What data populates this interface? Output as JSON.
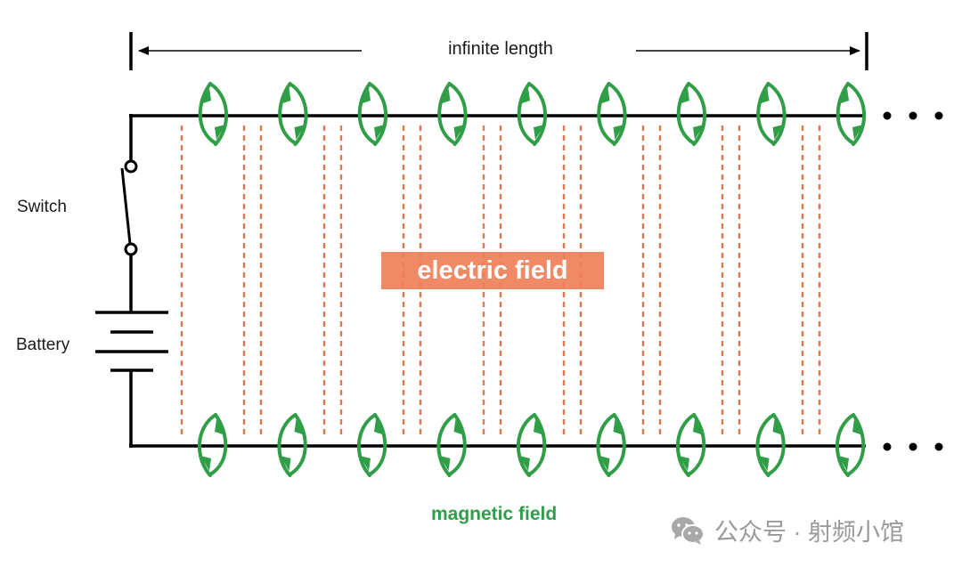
{
  "diagram": {
    "dimension_label": "infinite length",
    "switch_label": "Switch",
    "battery_label": "Battery",
    "electric_field_label": "electric field",
    "magnetic_field_label": "magnetic field",
    "continuation": "...",
    "loop_count_per_wire": 9
  },
  "watermark": {
    "icon": "wechat-icon",
    "text": "公众号 · 射频小馆"
  },
  "colors": {
    "wire": "#000000",
    "magnetic": "#2f9e47",
    "electric": "#d9774f",
    "electric_box": "#ef7f58",
    "watermark": "#9a9a9a"
  }
}
